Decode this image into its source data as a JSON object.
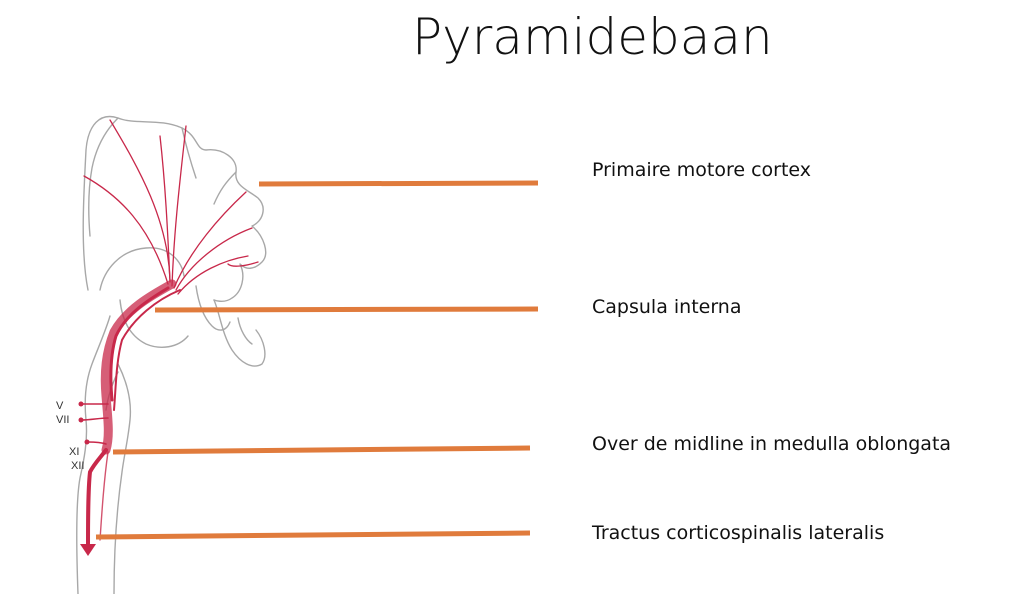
{
  "title": "Pyramidebaan",
  "colors": {
    "pointer_line": "#E07B3C",
    "tract": "#C8284A",
    "outline": "#A8A8A8"
  },
  "cranial_nerves": [
    "V",
    "VII",
    "XI",
    "XII"
  ],
  "labels": [
    {
      "id": "primary-motor-cortex",
      "text": "Primaire motore cortex"
    },
    {
      "id": "internal-capsule",
      "text": "Capsula interna"
    },
    {
      "id": "medulla-decussation",
      "text": "Over de midline in medulla oblongata"
    },
    {
      "id": "lateral-corticospinal-tract",
      "text": "Tractus corticospinalis lateralis"
    }
  ]
}
